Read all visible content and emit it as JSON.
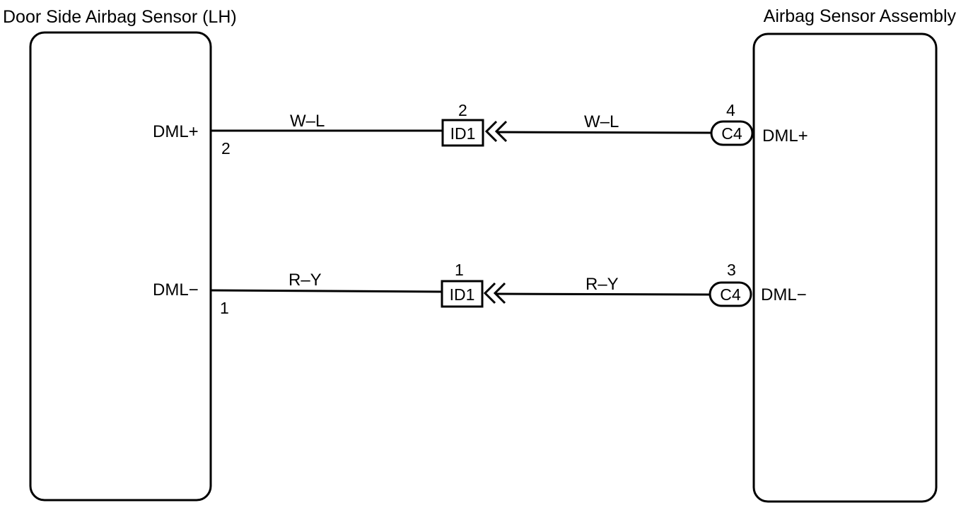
{
  "left_component": {
    "title": "Door Side Airbag Sensor (LH)",
    "terminals": {
      "plus": {
        "name": "DML+",
        "pin": "2"
      },
      "minus": {
        "name": "DML−",
        "pin": "1"
      }
    }
  },
  "right_component": {
    "title": "Airbag Sensor Assembly",
    "terminals": {
      "plus": {
        "name": "DML+",
        "pin": "4",
        "connector": "C4"
      },
      "minus": {
        "name": "DML−",
        "pin": "3",
        "connector": "C4"
      }
    }
  },
  "junction": {
    "top": {
      "connector": "ID1",
      "pin": "2"
    },
    "bottom": {
      "connector": "ID1",
      "pin": "1"
    }
  },
  "wires": {
    "top_left": "W–L",
    "top_right": "W–L",
    "bottom_left": "R–Y",
    "bottom_right": "R–Y"
  }
}
